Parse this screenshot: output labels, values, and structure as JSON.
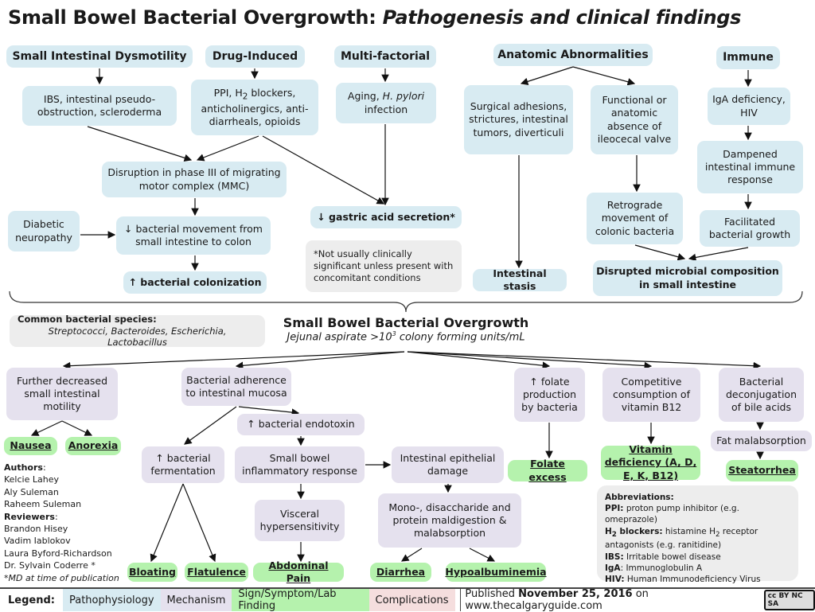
{
  "title": {
    "main": "Small Bowel Bacterial Overgrowth:",
    "sub": "Pathogenesis and clinical findings"
  },
  "top": {
    "dysmotility": "Small Intestinal Dysmotility",
    "drug": "Drug-Induced",
    "multi": "Multi-factorial",
    "anatomic": "Anatomic Abnormalities",
    "immune": "Immune",
    "ibs": "IBS, intestinal pseudo-obstruction, scleroderma",
    "ppi_a": "PPI, H",
    "ppi_sub": "2",
    "ppi_b": " blockers, anticholinergics, anti-diarrheals, opioids",
    "aging_a": "Aging, ",
    "aging_i": "H. pylori",
    "aging_b": " infection",
    "surgical": "Surgical adhesions, strictures, intestinal tumors, diverticuli",
    "functional": "Functional or anatomic absence of ileocecal valve",
    "iga": "IgA deficiency, HIV",
    "dampened": "Dampened intestinal immune response",
    "retrograde": "Retrograde movement of colonic bacteria",
    "facilitated": "Facilitated bacterial growth",
    "disrupted": "Disrupted microbial composition in small intestine",
    "stasis": "Intestinal stasis",
    "mmc": "Disruption in phase III of migrating motor complex (MMC)",
    "diabetic": "Diabetic neuropathy",
    "movement": "↓ bacterial movement from small intestine to colon",
    "colonization": "↑ bacterial colonization",
    "gastric": "↓ gastric acid secretion*",
    "note": "*Not usually clinically significant unless present with concomitant conditions"
  },
  "center": {
    "species_label": "Common bacterial species:",
    "species": "Streptococci, Bacteroides, Escherichia, Lactobacillus",
    "title": "Small Bowel Bacterial Overgrowth",
    "sub_a": "Jejunal aspirate >10",
    "sub_sup": "3",
    "sub_b": " colony forming units/mL"
  },
  "bottom": {
    "motility": "Further decreased small intestinal motility",
    "nausea": "Nausea",
    "anorexia": "Anorexia",
    "adherence": "Bacterial adherence to intestinal mucosa",
    "endotoxin": "↑ bacterial endotoxin",
    "fermentation": "↑ bacterial fermentation",
    "inflammatory": "Small bowel inflammatory response",
    "epithelial": "Intestinal epithelial damage",
    "visceral": "Visceral hypersensitivity",
    "maldigestion": "Mono-, disaccharide and protein maldigestion & malabsorption",
    "folate": "↑ folate production by bacteria",
    "folate_excess": "Folate excess",
    "b12": "Competitive consumption of vitamin B12",
    "vitamin": "Vitamin deficiency (A, D, E, K, B12)",
    "bile": "Bacterial deconjugation of bile acids",
    "fat": "Fat malabsorption",
    "steatorrhea": "Steatorrhea",
    "bloating": "Bloating",
    "flatulence": "Flatulence",
    "pain": "Abdominal Pain",
    "diarrhea": "Diarrhea",
    "hypoalb": "Hypoalbuminemia"
  },
  "authors": {
    "authors_label": "Authors",
    "authors": [
      "Kelcie Lahey",
      "Aly Suleman",
      "Raheem Suleman"
    ],
    "reviewers_label": "Reviewers",
    "reviewers": [
      "Brandon Hisey",
      "Vadim Iablokov",
      "Laura Byford-Richardson",
      "Dr. Sylvain Coderre *"
    ],
    "note": "*MD at time of publication"
  },
  "abbrev": {
    "title": "Abbreviations:",
    "ppi_k": "PPI:",
    "ppi_v": " proton pump inhibitor (e.g. omeprazole)",
    "h2_k": "H",
    "h2_sub": "2",
    "h2_k2": " blockers:",
    "h2_v": " histamine H",
    "h2_vsub": "2",
    "h2_v2": " receptor antagonists (e.g. ranitidine)",
    "ibs_k": "IBS:",
    "ibs_v": " Irritable bowel disease",
    "iga_k": "IgA",
    "iga_v": ": Immunoglobulin A",
    "hiv_k": "HIV:",
    "hiv_v": " Human Immunodeficiency Virus"
  },
  "footer": {
    "legend": "Legend:",
    "items": [
      "Pathophysiology",
      "Mechanism",
      "Sign/Symptom/Lab Finding",
      "Complications"
    ],
    "pub_a": "Published ",
    "pub_date": "November 25, 2016",
    "pub_b": " on www.thecalgaryguide.com",
    "license": "cc BY NC SA"
  },
  "colors": {
    "pathophysiology": "#d8ebf2",
    "mechanism": "#e5e1ee",
    "sign": "#b5f2ad",
    "complications": "#f5dede",
    "note": "#ededed"
  }
}
